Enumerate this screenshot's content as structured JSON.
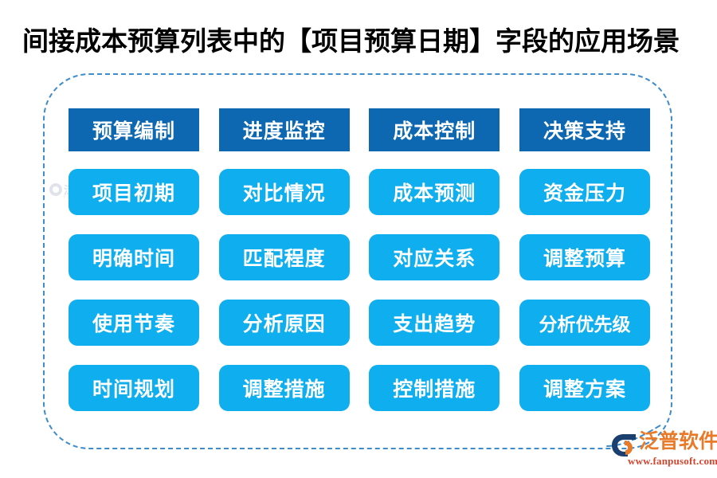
{
  "page": {
    "title": "间接成本预算列表中的【项目预算日期】字段的应用场景",
    "background_color": "#ffffff"
  },
  "colors": {
    "header_card": "#0d68b1",
    "item_card": "#0faeee",
    "dashed_border": "#3f8ccb",
    "card_text": "#ffffff",
    "title_text": "#000000",
    "logo_name": "#e87b2a",
    "logo_url": "#d2452f"
  },
  "frame": {
    "style": "dashed-rounded-rectangle"
  },
  "grid": {
    "columns": [
      {
        "header": "预算编制",
        "items": [
          "项目初期",
          "明确时间",
          "使用节奏",
          "时间规划"
        ]
      },
      {
        "header": "进度监控",
        "items": [
          "对比情况",
          "匹配程度",
          "分析原因",
          "调整措施"
        ]
      },
      {
        "header": "成本控制",
        "items": [
          "成本预测",
          "对应关系",
          "支出趋势",
          "控制措施"
        ]
      },
      {
        "header": "决策支持",
        "items": [
          "资金压力",
          "调整预算",
          "分析优先级",
          "调整方案"
        ]
      }
    ]
  },
  "watermark": {
    "text": "泛普软件",
    "subtext": "FANPUSOFT",
    "icon": "fanpu-logo-icon"
  },
  "logo": {
    "name": "泛普软件",
    "url": "www.fanpusoft.com",
    "icon": "fanpu-logo-icon"
  }
}
